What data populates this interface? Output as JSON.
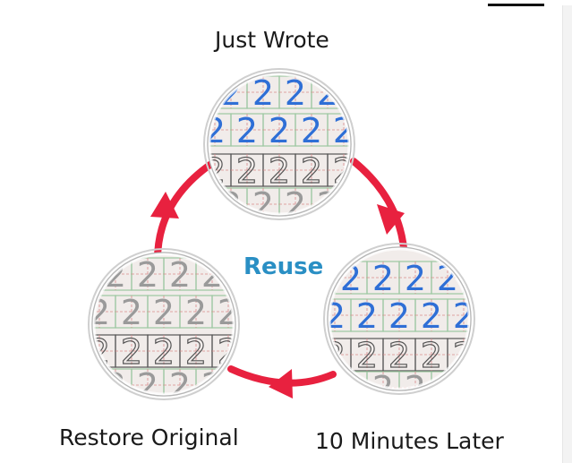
{
  "labels": {
    "top": "Just Wrote",
    "right": "10 Minutes Later",
    "left": "Restore Original",
    "center": "Reuse"
  },
  "circles": [
    {
      "id": "just-wrote",
      "ink": "blue",
      "digit": "2"
    },
    {
      "id": "ten-minutes-later",
      "ink": "blue",
      "digit": "2"
    },
    {
      "id": "restore-original",
      "ink": "gray",
      "digit": "2"
    }
  ],
  "colors": {
    "arrow": "#e8213f",
    "center_text": "#2a8fc4",
    "blue_ink": "#2f6fd6",
    "gray_ink": "#9a9a9a",
    "paper": "#f1ecea"
  }
}
